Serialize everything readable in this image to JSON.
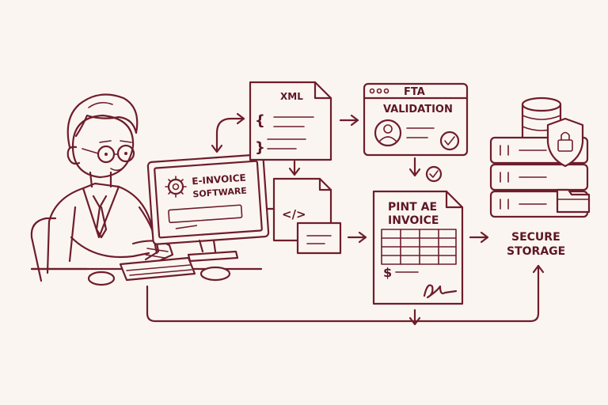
{
  "labels": {
    "software_line1": "E-INVOICE",
    "software_line2": "SOFTWARE",
    "xml": "XML",
    "xml_brace_open": "{",
    "xml_brace_close": "}",
    "code_symbol": "</>",
    "fta_line1": "FTA",
    "fta_line2": "VALIDATION",
    "pint_line1": "PINT AE",
    "pint_line2": "INVOICE",
    "dollar": "$",
    "storage_line1": "SECURE",
    "storage_line2": "STORAGE"
  },
  "colors": {
    "ink": "#6e1d2b",
    "background": "#fbf5f1"
  },
  "icons": [
    "person-icon",
    "gear-icon",
    "computer-monitor-icon",
    "keyboard-icon",
    "mouse-icon",
    "xml-document-icon",
    "code-document-icon",
    "browser-window-icon",
    "user-avatar-icon",
    "checkmark-icon",
    "invoice-icon",
    "signature-icon",
    "server-stack-icon",
    "shield-lock-icon",
    "folder-icon"
  ]
}
